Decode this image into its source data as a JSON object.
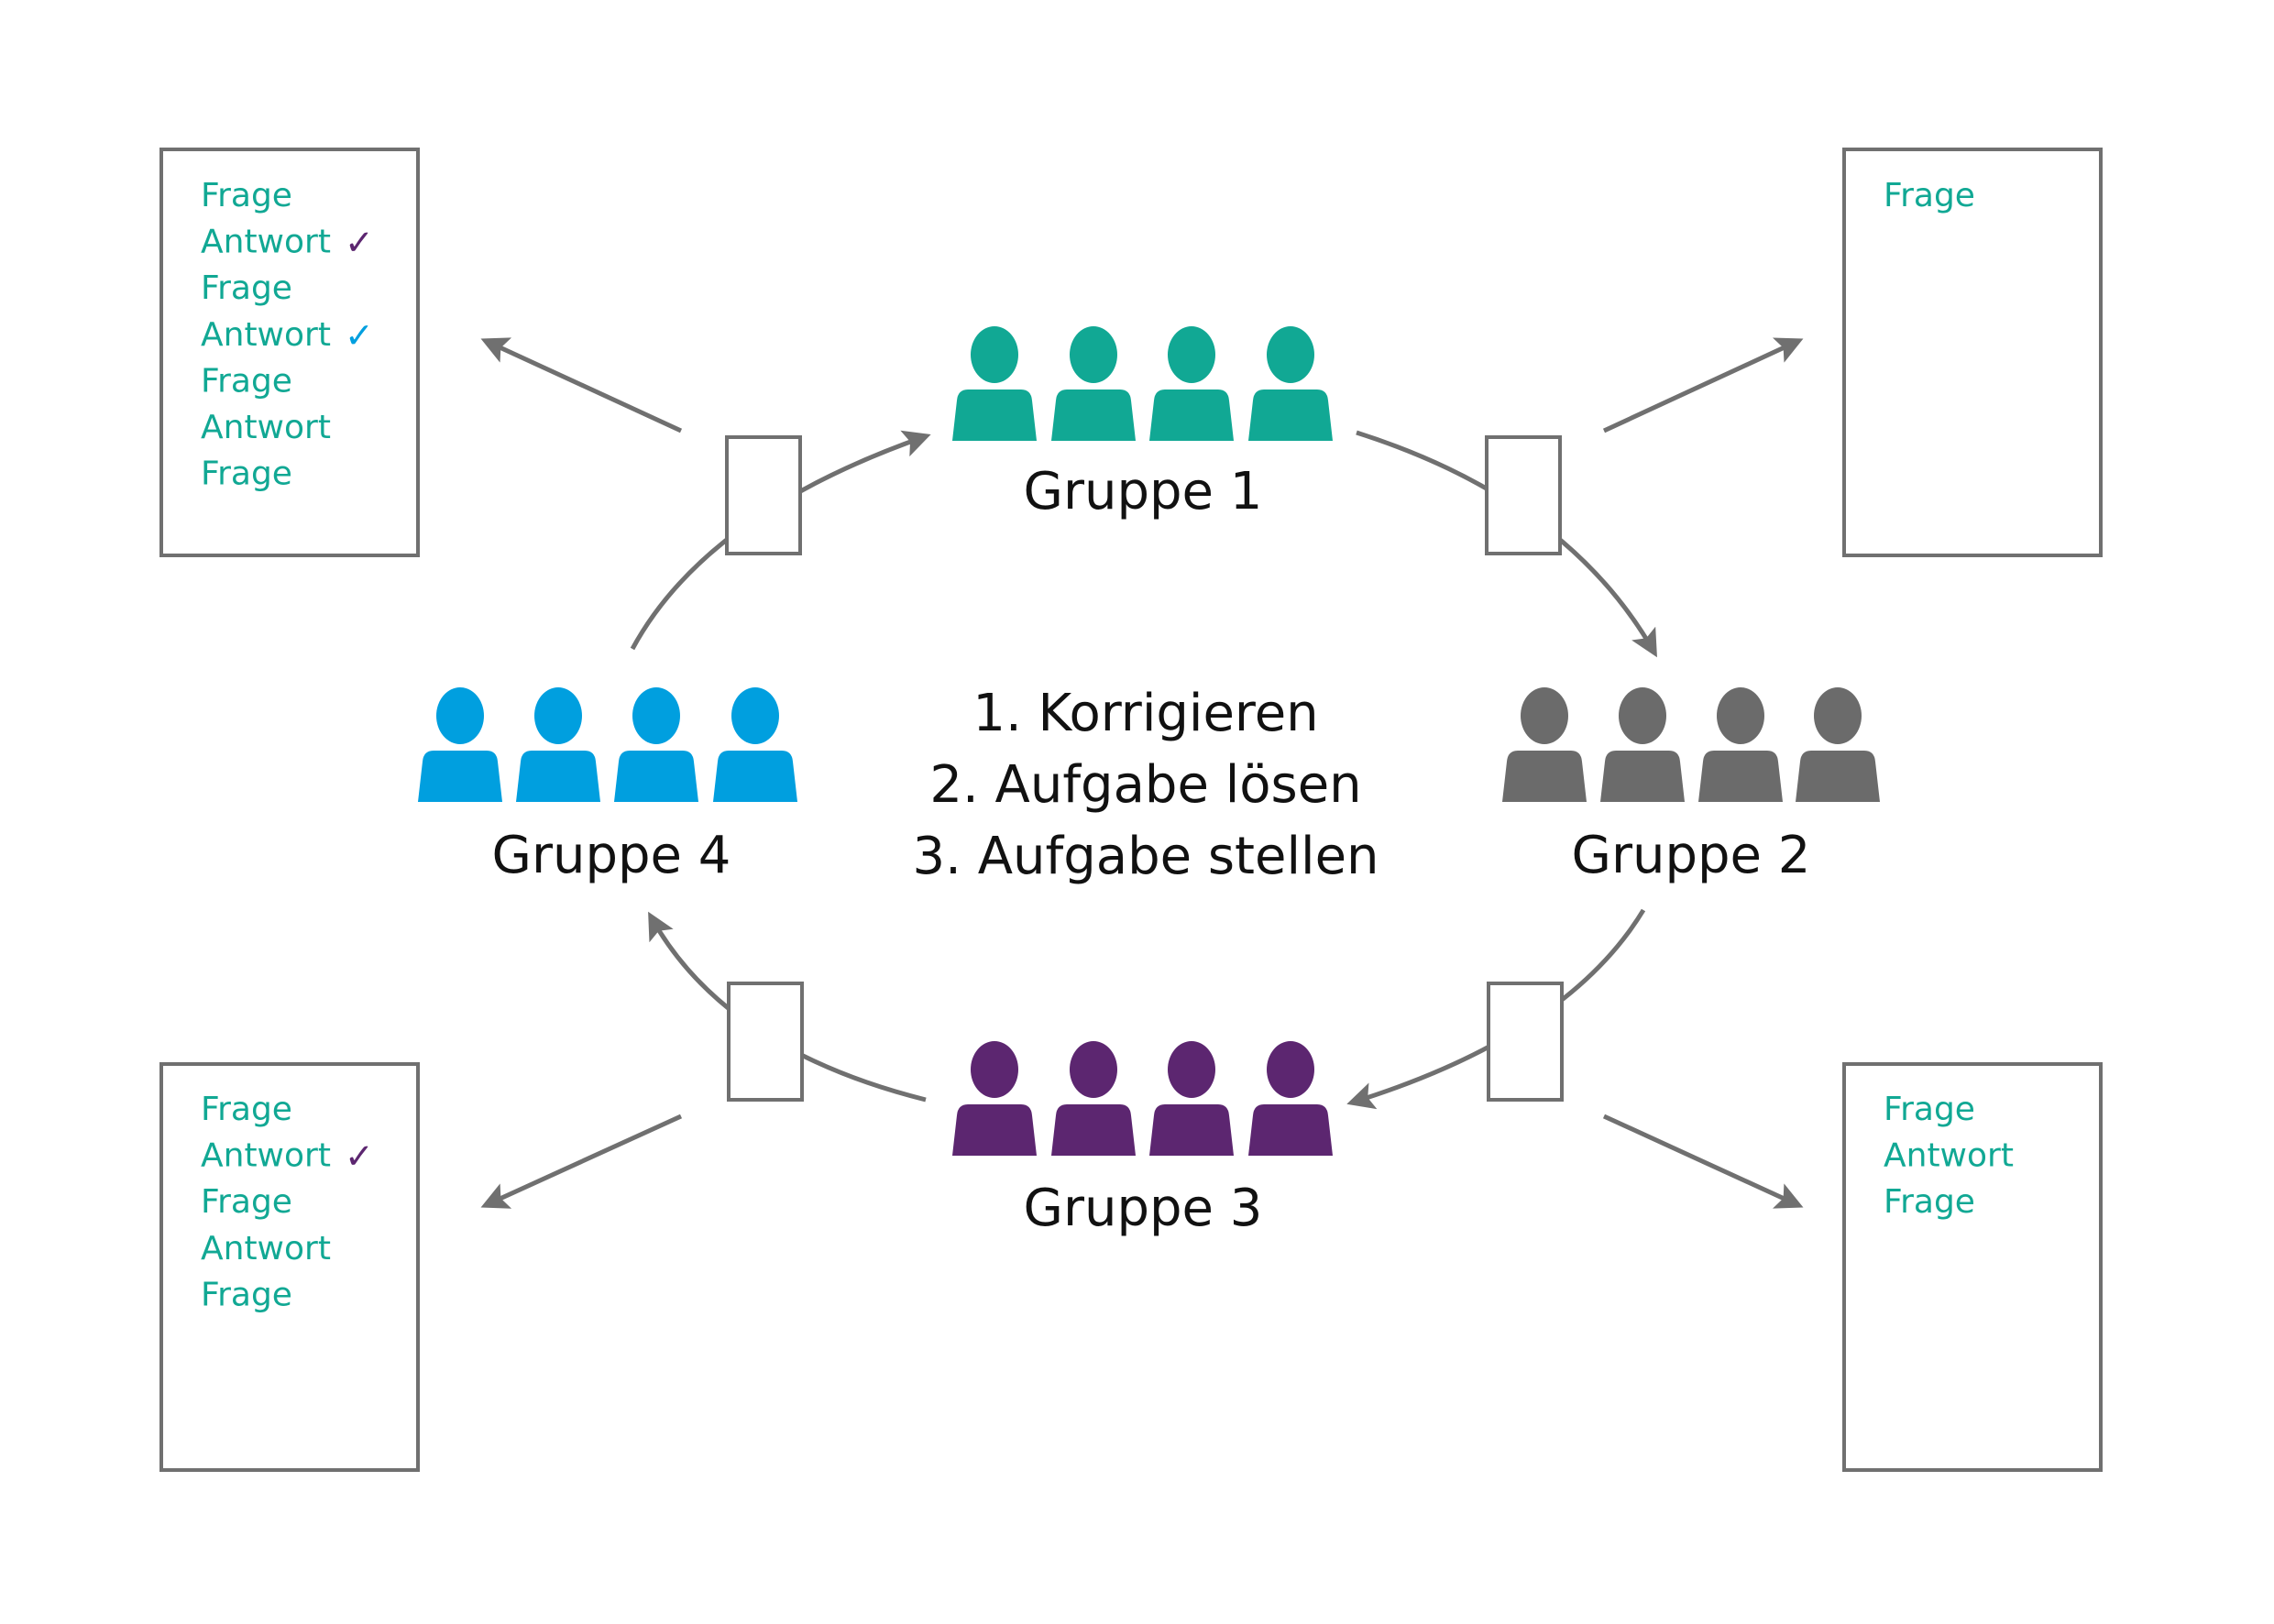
{
  "colors": {
    "group1": "#11A894",
    "group2": "#6B6B6B",
    "group3": "#5C2670",
    "group4": "#009FDF",
    "doc_text": "#11A894",
    "check_purple": "#5C2670",
    "check_blue": "#009FDF",
    "arrow": "#707070",
    "box_border": "#707070"
  },
  "groups": [
    {
      "label": "Gruppe 1",
      "color_key": "group1"
    },
    {
      "label": "Gruppe 2",
      "color_key": "group2"
    },
    {
      "label": "Gruppe 3",
      "color_key": "group3"
    },
    {
      "label": "Gruppe 4",
      "color_key": "group4"
    }
  ],
  "steps": [
    "1. Korrigieren",
    "2. Aufgabe lösen",
    "3. Aufgabe stellen"
  ],
  "documents": {
    "top_left": [
      {
        "text": "Frage"
      },
      {
        "text": "Antwort",
        "check": "check_purple"
      },
      {
        "text": "Frage"
      },
      {
        "text": "Antwort",
        "check": "check_blue"
      },
      {
        "text": "Frage"
      },
      {
        "text": "Antwort"
      },
      {
        "text": "Frage"
      }
    ],
    "top_right": [
      {
        "text": "Frage"
      }
    ],
    "bottom_left": [
      {
        "text": "Frage"
      },
      {
        "text": "Antwort",
        "check": "check_purple"
      },
      {
        "text": "Frage"
      },
      {
        "text": "Antwort"
      },
      {
        "text": "Frage"
      }
    ],
    "bottom_right": [
      {
        "text": "Frage"
      },
      {
        "text": "Antwort"
      },
      {
        "text": "Frage"
      }
    ]
  },
  "check_glyph": "✓"
}
